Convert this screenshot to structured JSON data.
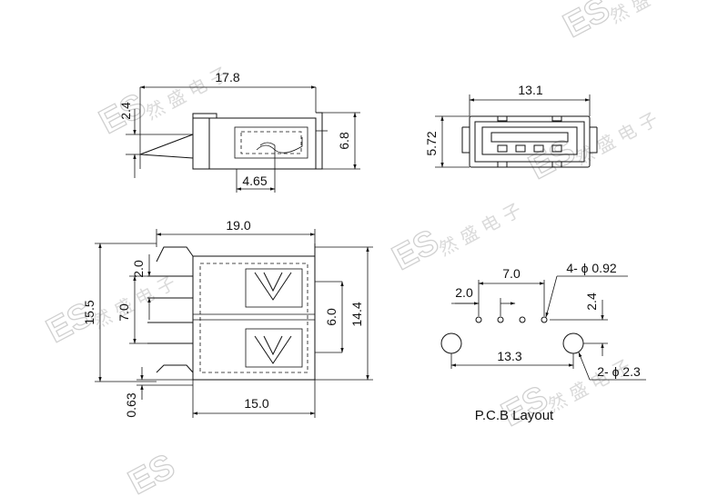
{
  "watermark": {
    "brand": "ES",
    "chinese": "然 盛 电 子"
  },
  "side_view": {
    "length": "17.8",
    "pin_offset": "2.4",
    "height": "6.8",
    "depth": "4.65"
  },
  "front_view": {
    "width": "13.1",
    "height": "5.72"
  },
  "top_view": {
    "total_width": "19.0",
    "total_height": "15.5",
    "pin_pitch": "2.0",
    "pin_span": "7.0",
    "body_height": "14.4",
    "inner_spacing": "6.0",
    "base_width": "15.0",
    "offset": "0.63"
  },
  "pcb_layout": {
    "caption": "P.C.B Layout",
    "pitch": "2.0",
    "span": "7.0",
    "hole_spec": "4- ϕ 0.92",
    "offset": "2.4",
    "post_spacing": "13.3",
    "post_spec": "2- ϕ 2.3"
  }
}
